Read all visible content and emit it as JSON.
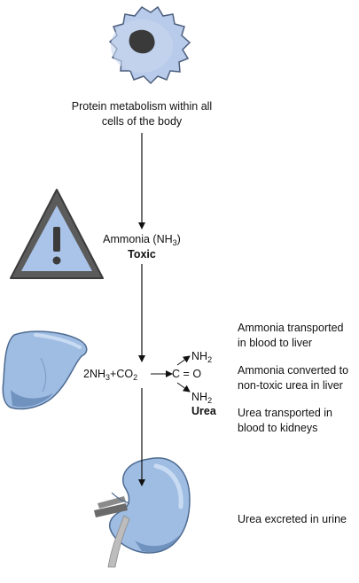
{
  "cell": {
    "caption_line1": "Protein metabolism within all",
    "caption_line2": "cells of the body"
  },
  "ammonia": {
    "name_prefix": "Ammonia (NH",
    "name_sub": "3",
    "name_suffix": ")",
    "toxic_label": "Toxic",
    "warning_symbol": "!"
  },
  "reaction": {
    "reactant_coeff": "2NH",
    "reactant_sub": "3",
    "plus": "+",
    "co2_prefix": "CO",
    "co2_sub": "2",
    "carbon_label": "C",
    "bond": "=",
    "oxygen_label": "O",
    "nh2_top": "NH",
    "nh2_top_sub": "2",
    "nh2_bottom": "NH",
    "nh2_bottom_sub": "2",
    "product_label": "Urea"
  },
  "notes": {
    "transport_line1": "Ammonia transported",
    "transport_line2": "in blood to liver",
    "convert_line1": "Ammonia converted to",
    "convert_line2": "non-toxic urea in liver",
    "kidney_line1": "Urea transported in",
    "kidney_line2": "blood to kidneys",
    "excrete_line1": "Urea excreted in urine"
  },
  "colors": {
    "organ_fill": "#9fbde3",
    "organ_shade": "#6f92bf",
    "cell_fill": "#b8cbea",
    "nucleus": "#3a3a3a",
    "warning_fill": "#a9c4e8",
    "arrow": "#111111"
  },
  "icons": [
    "cell-icon",
    "warning-triangle-icon",
    "liver-icon",
    "kidney-icon"
  ]
}
